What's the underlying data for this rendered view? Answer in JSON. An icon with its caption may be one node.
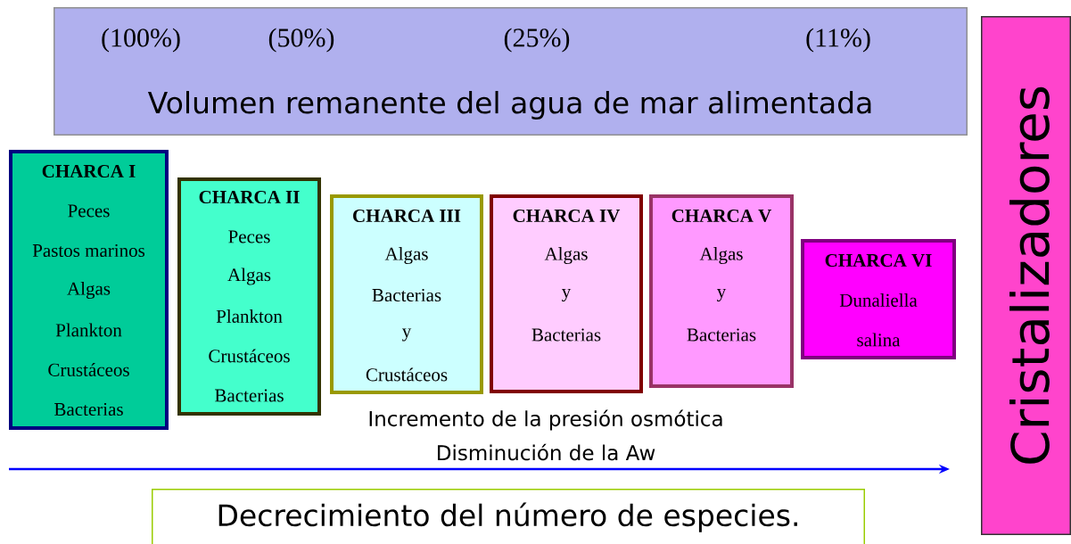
{
  "diagram": {
    "nodes": [
      {
        "text": [
          "(100%)",
          "(50%)",
          "(25%)",
          "(11%)",
          "Volumen remanente del agua de mar alimentada"
        ]
      },
      {
        "text": [
          "Cristalizadores"
        ]
      },
      {
        "text": [
          "CHARCA I",
          "Peces",
          "Pastos marinos",
          "Algas",
          "Plankton",
          "Crustáceos",
          "Bacterias"
        ]
      },
      {
        "text": [
          "CHARCA II",
          "Peces",
          "Algas",
          "Plankton",
          "Crustáceos",
          "Bacterias"
        ]
      },
      {
        "text": [
          "CHARCA III",
          "Algas",
          "Bacterias",
          "y",
          "Crustáceos"
        ]
      },
      {
        "text": [
          "CHARCA IV",
          "Algas",
          "y",
          "Bacterias"
        ]
      },
      {
        "text": [
          "CHARCA V",
          "Algas",
          "y",
          "Bacterias"
        ]
      },
      {
        "text": [
          "CHARCA VI",
          "Dunaliella",
          "salina"
        ]
      },
      {
        "text": [
          "Decrecimiento del número de especies."
        ]
      }
    ],
    "edges": [],
    "labels": [
      "Incremento de la presión osmótica",
      "Disminución de la Aw"
    ]
  }
}
